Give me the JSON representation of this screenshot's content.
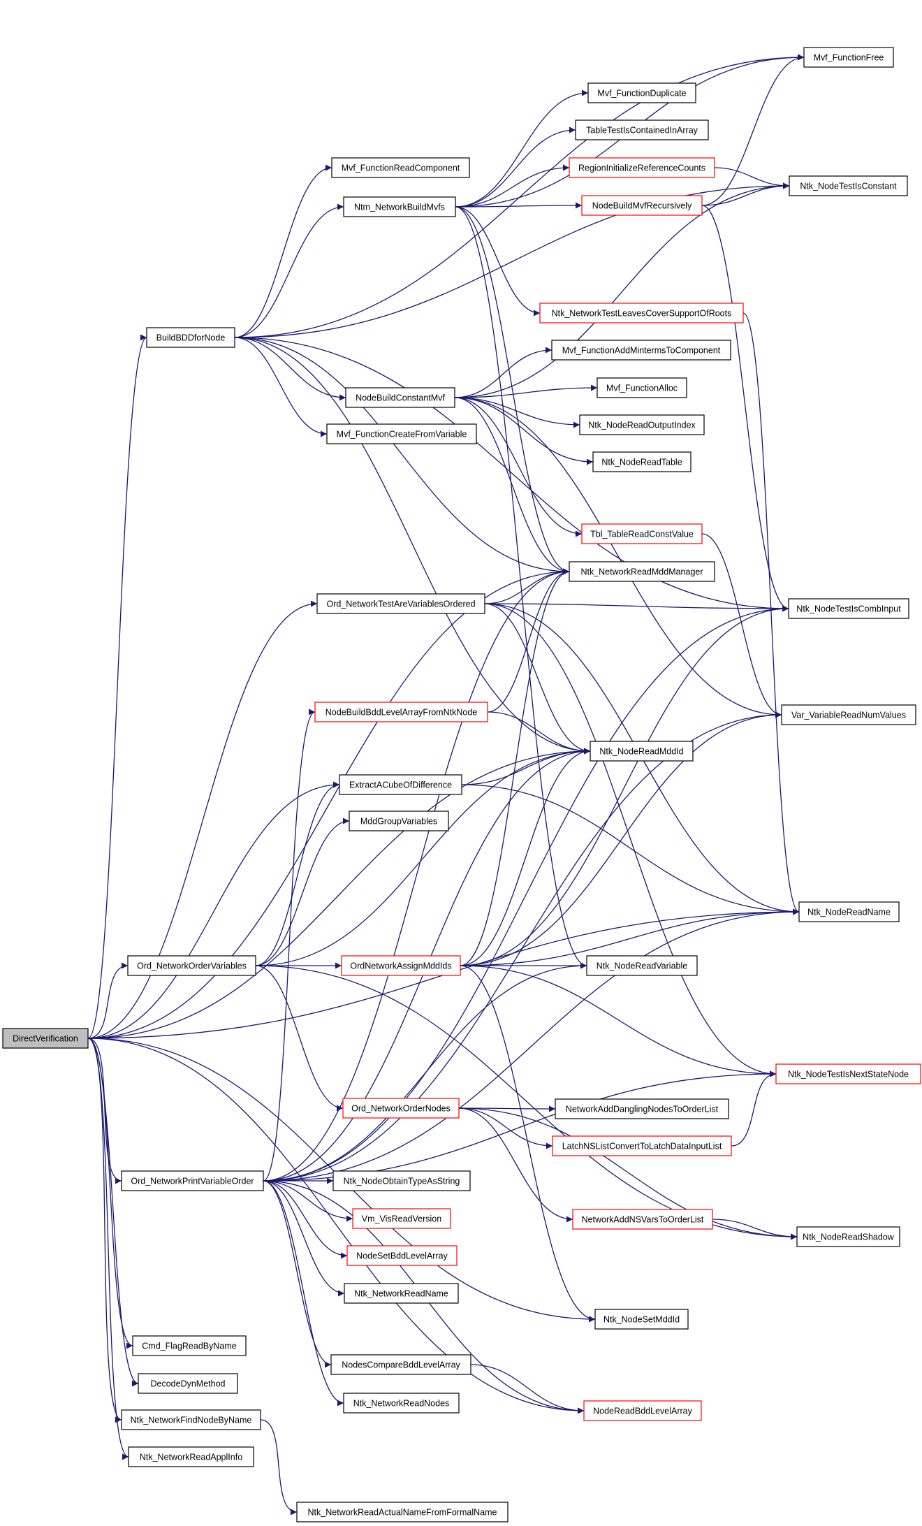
{
  "graph": {
    "root": "DirectVerification",
    "nodes": [
      {
        "id": "DirectVerification",
        "label": "DirectVerification",
        "style": "root"
      },
      {
        "id": "BuildBDDforNode",
        "label": "BuildBDDforNode",
        "style": "black"
      },
      {
        "id": "Ord_NetworkOrderVariables",
        "label": "Ord_NetworkOrderVariables",
        "style": "black"
      },
      {
        "id": "Ord_NetworkPrintVariableOrder",
        "label": "Ord_NetworkPrintVariableOrder",
        "style": "black"
      },
      {
        "id": "Cmd_FlagReadByName",
        "label": "Cmd_FlagReadByName",
        "style": "black"
      },
      {
        "id": "DecodeDynMethod",
        "label": "DecodeDynMethod",
        "style": "black"
      },
      {
        "id": "Ntk_NetworkFindNodeByName",
        "label": "Ntk_NetworkFindNodeByName",
        "style": "black"
      },
      {
        "id": "Ntk_NetworkReadApplInfo",
        "label": "Ntk_NetworkReadApplInfo",
        "style": "black"
      },
      {
        "id": "Mvf_FunctionReadComponent",
        "label": "Mvf_FunctionReadComponent",
        "style": "black"
      },
      {
        "id": "Ntm_NetworkBuildMvfs",
        "label": "Ntm_NetworkBuildMvfs",
        "style": "black"
      },
      {
        "id": "NodeBuildConstantMvf",
        "label": "NodeBuildConstantMvf",
        "style": "black"
      },
      {
        "id": "Mvf_FunctionCreateFromVariable",
        "label": "Mvf_FunctionCreateFromVariable",
        "style": "black"
      },
      {
        "id": "Ord_NetworkTestAreVariablesOrdered",
        "label": "Ord_NetworkTestAreVariablesOrdered",
        "style": "black"
      },
      {
        "id": "NodeBuildBddLevelArrayFromNtkNode",
        "label": "NodeBuildBddLevelArrayFromNtkNode",
        "style": "red"
      },
      {
        "id": "ExtractACubeOfDifference",
        "label": "ExtractACubeOfDifference",
        "style": "black"
      },
      {
        "id": "MddGroupVariables",
        "label": "MddGroupVariables",
        "style": "black"
      },
      {
        "id": "OrdNetworkAssignMddIds",
        "label": "OrdNetworkAssignMddIds",
        "style": "red"
      },
      {
        "id": "Ord_NetworkOrderNodes",
        "label": "Ord_NetworkOrderNodes",
        "style": "red"
      },
      {
        "id": "Ntk_NodeObtainTypeAsString",
        "label": "Ntk_NodeObtainTypeAsString",
        "style": "black"
      },
      {
        "id": "Vm_VisReadVersion",
        "label": "Vm_VisReadVersion",
        "style": "red"
      },
      {
        "id": "NodeSetBddLevelArray",
        "label": "NodeSetBddLevelArray",
        "style": "red"
      },
      {
        "id": "Ntk_NetworkReadName",
        "label": "Ntk_NetworkReadName",
        "style": "black"
      },
      {
        "id": "NodesCompareBddLevelArray",
        "label": "NodesCompareBddLevelArray",
        "style": "black"
      },
      {
        "id": "Ntk_NetworkReadNodes",
        "label": "Ntk_NetworkReadNodes",
        "style": "black"
      },
      {
        "id": "Ntk_NetworkReadActualNameFromFormalName",
        "label": "Ntk_NetworkReadActualNameFromFormalName",
        "style": "black"
      },
      {
        "id": "Mvf_FunctionDuplicate",
        "label": "Mvf_FunctionDuplicate",
        "style": "black"
      },
      {
        "id": "TableTestIsContainedInArray",
        "label": "TableTestIsContainedInArray",
        "style": "black"
      },
      {
        "id": "RegionInitializeReferenceCounts",
        "label": "RegionInitializeReferenceCounts",
        "style": "red"
      },
      {
        "id": "NodeBuildMvfRecursively",
        "label": "NodeBuildMvfRecursively",
        "style": "red"
      },
      {
        "id": "Ntk_NetworkTestLeavesCoverSupportOfRoots",
        "label": "Ntk_NetworkTestLeavesCoverSupportOfRoots",
        "style": "red"
      },
      {
        "id": "Mvf_FunctionAddMintermsToComponent",
        "label": "Mvf_FunctionAddMintermsToComponent",
        "style": "black"
      },
      {
        "id": "Mvf_FunctionAlloc",
        "label": "Mvf_FunctionAlloc",
        "style": "black"
      },
      {
        "id": "Ntk_NodeReadOutputIndex",
        "label": "Ntk_NodeReadOutputIndex",
        "style": "black"
      },
      {
        "id": "Ntk_NodeReadTable",
        "label": "Ntk_NodeReadTable",
        "style": "black"
      },
      {
        "id": "Tbl_TableReadConstValue",
        "label": "Tbl_TableReadConstValue",
        "style": "red"
      },
      {
        "id": "Ntk_NetworkReadMddManager",
        "label": "Ntk_NetworkReadMddManager",
        "style": "black"
      },
      {
        "id": "Ntk_NodeReadMddId",
        "label": "Ntk_NodeReadMddId",
        "style": "black"
      },
      {
        "id": "Ntk_NodeReadVariable",
        "label": "Ntk_NodeReadVariable",
        "style": "black"
      },
      {
        "id": "NetworkAddDanglingNodesToOrderList",
        "label": "NetworkAddDanglingNodesToOrderList",
        "style": "black"
      },
      {
        "id": "LatchNSListConvertToLatchDataInputList",
        "label": "LatchNSListConvertToLatchDataInputList",
        "style": "red"
      },
      {
        "id": "NetworkAddNSVarsToOrderList",
        "label": "NetworkAddNSVarsToOrderList",
        "style": "red"
      },
      {
        "id": "Ntk_NodeSetMddId",
        "label": "Ntk_NodeSetMddId",
        "style": "black"
      },
      {
        "id": "NodeReadBddLevelArray",
        "label": "NodeReadBddLevelArray",
        "style": "red"
      },
      {
        "id": "Mvf_FunctionFree",
        "label": "Mvf_FunctionFree",
        "style": "black"
      },
      {
        "id": "Ntk_NodeTestIsConstant",
        "label": "Ntk_NodeTestIsConstant",
        "style": "black"
      },
      {
        "id": "Ntk_NodeTestIsCombInput",
        "label": "Ntk_NodeTestIsCombInput",
        "style": "black"
      },
      {
        "id": "Var_VariableReadNumValues",
        "label": "Var_VariableReadNumValues",
        "style": "black"
      },
      {
        "id": "Ntk_NodeReadName",
        "label": "Ntk_NodeReadName",
        "style": "black"
      },
      {
        "id": "Ntk_NodeTestIsNextStateNode",
        "label": "Ntk_NodeTestIsNextStateNode",
        "style": "red"
      },
      {
        "id": "Ntk_NodeReadShadow",
        "label": "Ntk_NodeReadShadow",
        "style": "black"
      }
    ],
    "edges": [
      [
        "DirectVerification",
        "BuildBDDforNode"
      ],
      [
        "DirectVerification",
        "Ord_NetworkOrderVariables"
      ],
      [
        "DirectVerification",
        "Ord_NetworkPrintVariableOrder"
      ],
      [
        "DirectVerification",
        "Cmd_FlagReadByName"
      ],
      [
        "DirectVerification",
        "DecodeDynMethod"
      ],
      [
        "DirectVerification",
        "Ntk_NetworkFindNodeByName"
      ],
      [
        "DirectVerification",
        "Ntk_NetworkReadApplInfo"
      ],
      [
        "DirectVerification",
        "Ntk_NetworkReadMddManager"
      ],
      [
        "DirectVerification",
        "Ord_NetworkTestAreVariablesOrdered"
      ],
      [
        "DirectVerification",
        "Ntk_NodeReadMddId"
      ],
      [
        "DirectVerification",
        "ExtractACubeOfDifference"
      ],
      [
        "DirectVerification",
        "Ntk_NodeReadName"
      ],
      [
        "DirectVerification",
        "NodeReadBddLevelArray"
      ],
      [
        "DirectVerification",
        "Ntk_NodeSetMddId"
      ],
      [
        "BuildBDDforNode",
        "Mvf_FunctionReadComponent"
      ],
      [
        "BuildBDDforNode",
        "Ntm_NetworkBuildMvfs"
      ],
      [
        "BuildBDDforNode",
        "NodeBuildConstantMvf"
      ],
      [
        "BuildBDDforNode",
        "Mvf_FunctionCreateFromVariable"
      ],
      [
        "BuildBDDforNode",
        "Ntk_NetworkReadMddManager"
      ],
      [
        "BuildBDDforNode",
        "Ntk_NodeReadMddId"
      ],
      [
        "BuildBDDforNode",
        "Mvf_FunctionFree"
      ],
      [
        "BuildBDDforNode",
        "Ntk_NodeTestIsConstant"
      ],
      [
        "BuildBDDforNode",
        "Ntk_NodeTestIsCombInput"
      ],
      [
        "Ntm_NetworkBuildMvfs",
        "Mvf_FunctionDuplicate"
      ],
      [
        "Ntm_NetworkBuildMvfs",
        "TableTestIsContainedInArray"
      ],
      [
        "Ntm_NetworkBuildMvfs",
        "RegionInitializeReferenceCounts"
      ],
      [
        "Ntm_NetworkBuildMvfs",
        "NodeBuildMvfRecursively"
      ],
      [
        "Ntm_NetworkBuildMvfs",
        "Ntk_NetworkTestLeavesCoverSupportOfRoots"
      ],
      [
        "Ntm_NetworkBuildMvfs",
        "Mvf_FunctionFree"
      ],
      [
        "Ntm_NetworkBuildMvfs",
        "Ntk_NetworkReadMddManager"
      ],
      [
        "Ntm_NetworkBuildMvfs",
        "Ntk_NodeReadVariable"
      ],
      [
        "RegionInitializeReferenceCounts",
        "Ntk_NodeTestIsConstant"
      ],
      [
        "NodeBuildMvfRecursively",
        "Mvf_FunctionFree"
      ],
      [
        "NodeBuildMvfRecursively",
        "Ntk_NodeTestIsConstant"
      ],
      [
        "NodeBuildMvfRecursively",
        "Ntk_NodeTestIsCombInput"
      ],
      [
        "Ntk_NetworkTestLeavesCoverSupportOfRoots",
        "Ntk_NodeReadName"
      ],
      [
        "NodeBuildConstantMvf",
        "Mvf_FunctionAddMintermsToComponent"
      ],
      [
        "NodeBuildConstantMvf",
        "Mvf_FunctionAlloc"
      ],
      [
        "NodeBuildConstantMvf",
        "Ntk_NodeReadOutputIndex"
      ],
      [
        "NodeBuildConstantMvf",
        "Ntk_NodeReadTable"
      ],
      [
        "NodeBuildConstantMvf",
        "Tbl_TableReadConstValue"
      ],
      [
        "NodeBuildConstantMvf",
        "Ntk_NetworkReadMddManager"
      ],
      [
        "NodeBuildConstantMvf",
        "Ntk_NodeTestIsConstant"
      ],
      [
        "NodeBuildConstantMvf",
        "Var_VariableReadNumValues"
      ],
      [
        "Tbl_TableReadConstValue",
        "Var_VariableReadNumValues"
      ],
      [
        "Ord_NetworkTestAreVariablesOrdered",
        "Ntk_NetworkReadMddManager"
      ],
      [
        "Ord_NetworkTestAreVariablesOrdered",
        "Ntk_NodeTestIsCombInput"
      ],
      [
        "Ord_NetworkTestAreVariablesOrdered",
        "Ntk_NodeReadMddId"
      ],
      [
        "Ord_NetworkTestAreVariablesOrdered",
        "Ntk_NodeReadName"
      ],
      [
        "Ord_NetworkTestAreVariablesOrdered",
        "Ntk_NodeTestIsNextStateNode"
      ],
      [
        "NodeBuildBddLevelArrayFromNtkNode",
        "Ntk_NetworkReadMddManager"
      ],
      [
        "NodeBuildBddLevelArrayFromNtkNode",
        "Ntk_NodeReadMddId"
      ],
      [
        "ExtractACubeOfDifference",
        "Ntk_NodeReadMddId"
      ],
      [
        "ExtractACubeOfDifference",
        "Ntk_NodeReadName"
      ],
      [
        "Ord_NetworkOrderVariables",
        "ExtractACubeOfDifference"
      ],
      [
        "Ord_NetworkOrderVariables",
        "MddGroupVariables"
      ],
      [
        "Ord_NetworkOrderVariables",
        "OrdNetworkAssignMddIds"
      ],
      [
        "Ord_NetworkOrderVariables",
        "Ord_NetworkOrderNodes"
      ],
      [
        "Ord_NetworkOrderVariables",
        "Ntk_NodeReadMddId"
      ],
      [
        "Ord_NetworkOrderVariables",
        "Ntk_NodeReadShadow"
      ],
      [
        "OrdNetworkAssignMddIds",
        "Ntk_NodeReadVariable"
      ],
      [
        "OrdNetworkAssignMddIds",
        "Ntk_NodeReadName"
      ],
      [
        "OrdNetworkAssignMddIds",
        "Ntk_NetworkReadMddManager"
      ],
      [
        "OrdNetworkAssignMddIds",
        "Ntk_NodeReadMddId"
      ],
      [
        "OrdNetworkAssignMddIds",
        "Ntk_NodeTestIsCombInput"
      ],
      [
        "OrdNetworkAssignMddIds",
        "Var_VariableReadNumValues"
      ],
      [
        "OrdNetworkAssignMddIds",
        "Ntk_NodeTestIsNextStateNode"
      ],
      [
        "OrdNetworkAssignMddIds",
        "Ntk_NodeSetMddId"
      ],
      [
        "Ord_NetworkOrderNodes",
        "NetworkAddDanglingNodesToOrderList"
      ],
      [
        "Ord_NetworkOrderNodes",
        "LatchNSListConvertToLatchDataInputList"
      ],
      [
        "Ord_NetworkOrderNodes",
        "NetworkAddNSVarsToOrderList"
      ],
      [
        "Ord_NetworkOrderNodes",
        "Ntk_NodeReadShadow"
      ],
      [
        "LatchNSListConvertToLatchDataInputList",
        "Ntk_NodeTestIsNextStateNode"
      ],
      [
        "NetworkAddNSVarsToOrderList",
        "Ntk_NodeReadShadow"
      ],
      [
        "Ord_NetworkPrintVariableOrder",
        "Ntk_NodeObtainTypeAsString"
      ],
      [
        "Ord_NetworkPrintVariableOrder",
        "Vm_VisReadVersion"
      ],
      [
        "Ord_NetworkPrintVariableOrder",
        "NodeSetBddLevelArray"
      ],
      [
        "Ord_NetworkPrintVariableOrder",
        "Ntk_NetworkReadName"
      ],
      [
        "Ord_NetworkPrintVariableOrder",
        "NodesCompareBddLevelArray"
      ],
      [
        "Ord_NetworkPrintVariableOrder",
        "Ntk_NetworkReadNodes"
      ],
      [
        "Ord_NetworkPrintVariableOrder",
        "NodeReadBddLevelArray"
      ],
      [
        "Ord_NetworkPrintVariableOrder",
        "NodeBuildBddLevelArrayFromNtkNode"
      ],
      [
        "Ord_NetworkPrintVariableOrder",
        "Ntk_NetworkReadMddManager"
      ],
      [
        "Ord_NetworkPrintVariableOrder",
        "Ntk_NodeTestIsCombInput"
      ],
      [
        "Ord_NetworkPrintVariableOrder",
        "Ntk_NodeReadMddId"
      ],
      [
        "Ord_NetworkPrintVariableOrder",
        "Var_VariableReadNumValues"
      ],
      [
        "Ord_NetworkPrintVariableOrder",
        "Ntk_NodeReadName"
      ],
      [
        "Ord_NetworkPrintVariableOrder",
        "Ntk_NodeReadVariable"
      ],
      [
        "Ord_NetworkPrintVariableOrder",
        "Ntk_NodeTestIsNextStateNode"
      ],
      [
        "NodesCompareBddLevelArray",
        "NodeReadBddLevelArray"
      ],
      [
        "Ntk_NetworkFindNodeByName",
        "Ntk_NetworkReadActualNameFromFormalName"
      ]
    ]
  },
  "colors": {
    "edge": "#191970",
    "node_border": "#000000",
    "node_border_red": "#ff0000",
    "root_fill": "#bfbfbf",
    "background": "#ffffff"
  }
}
